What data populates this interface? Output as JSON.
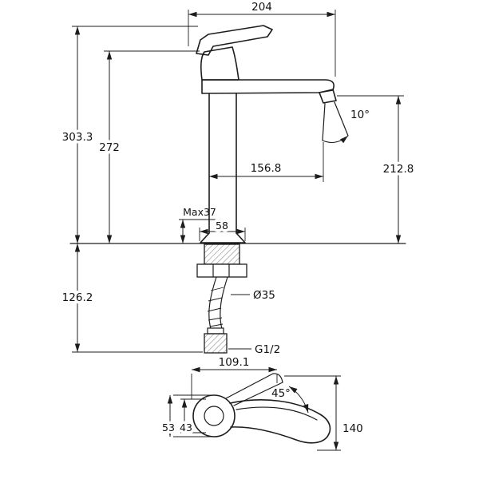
{
  "drawing": {
    "background": "#ffffff",
    "line_color": "#1d1d1d",
    "subject": "single-lever tall basin faucet dimensional drawing",
    "labels": {
      "total_width": "204",
      "total_height": "303.3",
      "spout_height": "272",
      "stream_angle": "10°",
      "spout_reach": "156.8",
      "outlet_height": "212.8",
      "max_deck_thickness": "Max37",
      "base_width": "58",
      "below_deck_height": "126.2",
      "hole_diameter": "Ø35",
      "hose_thread": "G1/2",
      "handle_length": "109.1",
      "handle_swing_angle": "45°",
      "handle_width_outer": "53",
      "handle_width_inner": "43",
      "handle_reach": "140"
    }
  }
}
